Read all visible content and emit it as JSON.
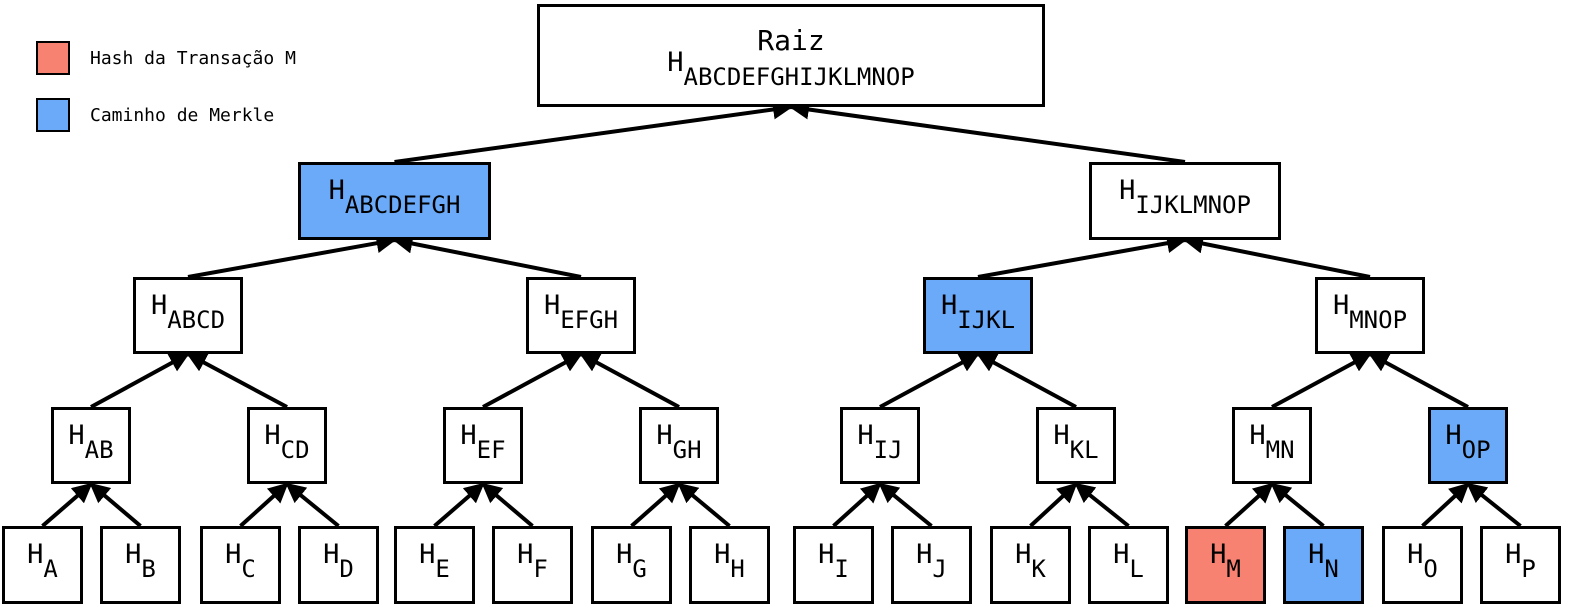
{
  "colors": {
    "path": "#6aaaf9",
    "target": "#f88272",
    "default": "#ffffff",
    "stroke": "#000000"
  },
  "legend": [
    {
      "label": "Hash da Transação M",
      "color": "#f88272"
    },
    {
      "label": "Caminho de Merkle",
      "color": "#6aaaf9"
    }
  ],
  "root": {
    "title": "Raiz",
    "base": "H",
    "sub": "ABCDEFGHIJKLMNOP"
  },
  "level1": [
    {
      "base": "H",
      "sub": "ABCDEFGH",
      "state": "path"
    },
    {
      "base": "H",
      "sub": "IJKLMNOP",
      "state": "default"
    }
  ],
  "level2": [
    {
      "base": "H",
      "sub": "ABCD",
      "state": "default"
    },
    {
      "base": "H",
      "sub": "EFGH",
      "state": "default"
    },
    {
      "base": "H",
      "sub": "IJKL",
      "state": "path"
    },
    {
      "base": "H",
      "sub": "MNOP",
      "state": "default"
    }
  ],
  "level3": [
    {
      "base": "H",
      "sub": "AB",
      "state": "default"
    },
    {
      "base": "H",
      "sub": "CD",
      "state": "default"
    },
    {
      "base": "H",
      "sub": "EF",
      "state": "default"
    },
    {
      "base": "H",
      "sub": "GH",
      "state": "default"
    },
    {
      "base": "H",
      "sub": "IJ",
      "state": "default"
    },
    {
      "base": "H",
      "sub": "KL",
      "state": "default"
    },
    {
      "base": "H",
      "sub": "MN",
      "state": "default"
    },
    {
      "base": "H",
      "sub": "OP",
      "state": "path"
    }
  ],
  "leaves": [
    {
      "base": "H",
      "sub": "A",
      "state": "default"
    },
    {
      "base": "H",
      "sub": "B",
      "state": "default"
    },
    {
      "base": "H",
      "sub": "C",
      "state": "default"
    },
    {
      "base": "H",
      "sub": "D",
      "state": "default"
    },
    {
      "base": "H",
      "sub": "E",
      "state": "default"
    },
    {
      "base": "H",
      "sub": "F",
      "state": "default"
    },
    {
      "base": "H",
      "sub": "G",
      "state": "default"
    },
    {
      "base": "H",
      "sub": "H",
      "state": "default"
    },
    {
      "base": "H",
      "sub": "I",
      "state": "default"
    },
    {
      "base": "H",
      "sub": "J",
      "state": "default"
    },
    {
      "base": "H",
      "sub": "K",
      "state": "default"
    },
    {
      "base": "H",
      "sub": "L",
      "state": "default"
    },
    {
      "base": "H",
      "sub": "M",
      "state": "target"
    },
    {
      "base": "H",
      "sub": "N",
      "state": "path"
    },
    {
      "base": "H",
      "sub": "O",
      "state": "default"
    },
    {
      "base": "H",
      "sub": "P",
      "state": "default"
    }
  ]
}
